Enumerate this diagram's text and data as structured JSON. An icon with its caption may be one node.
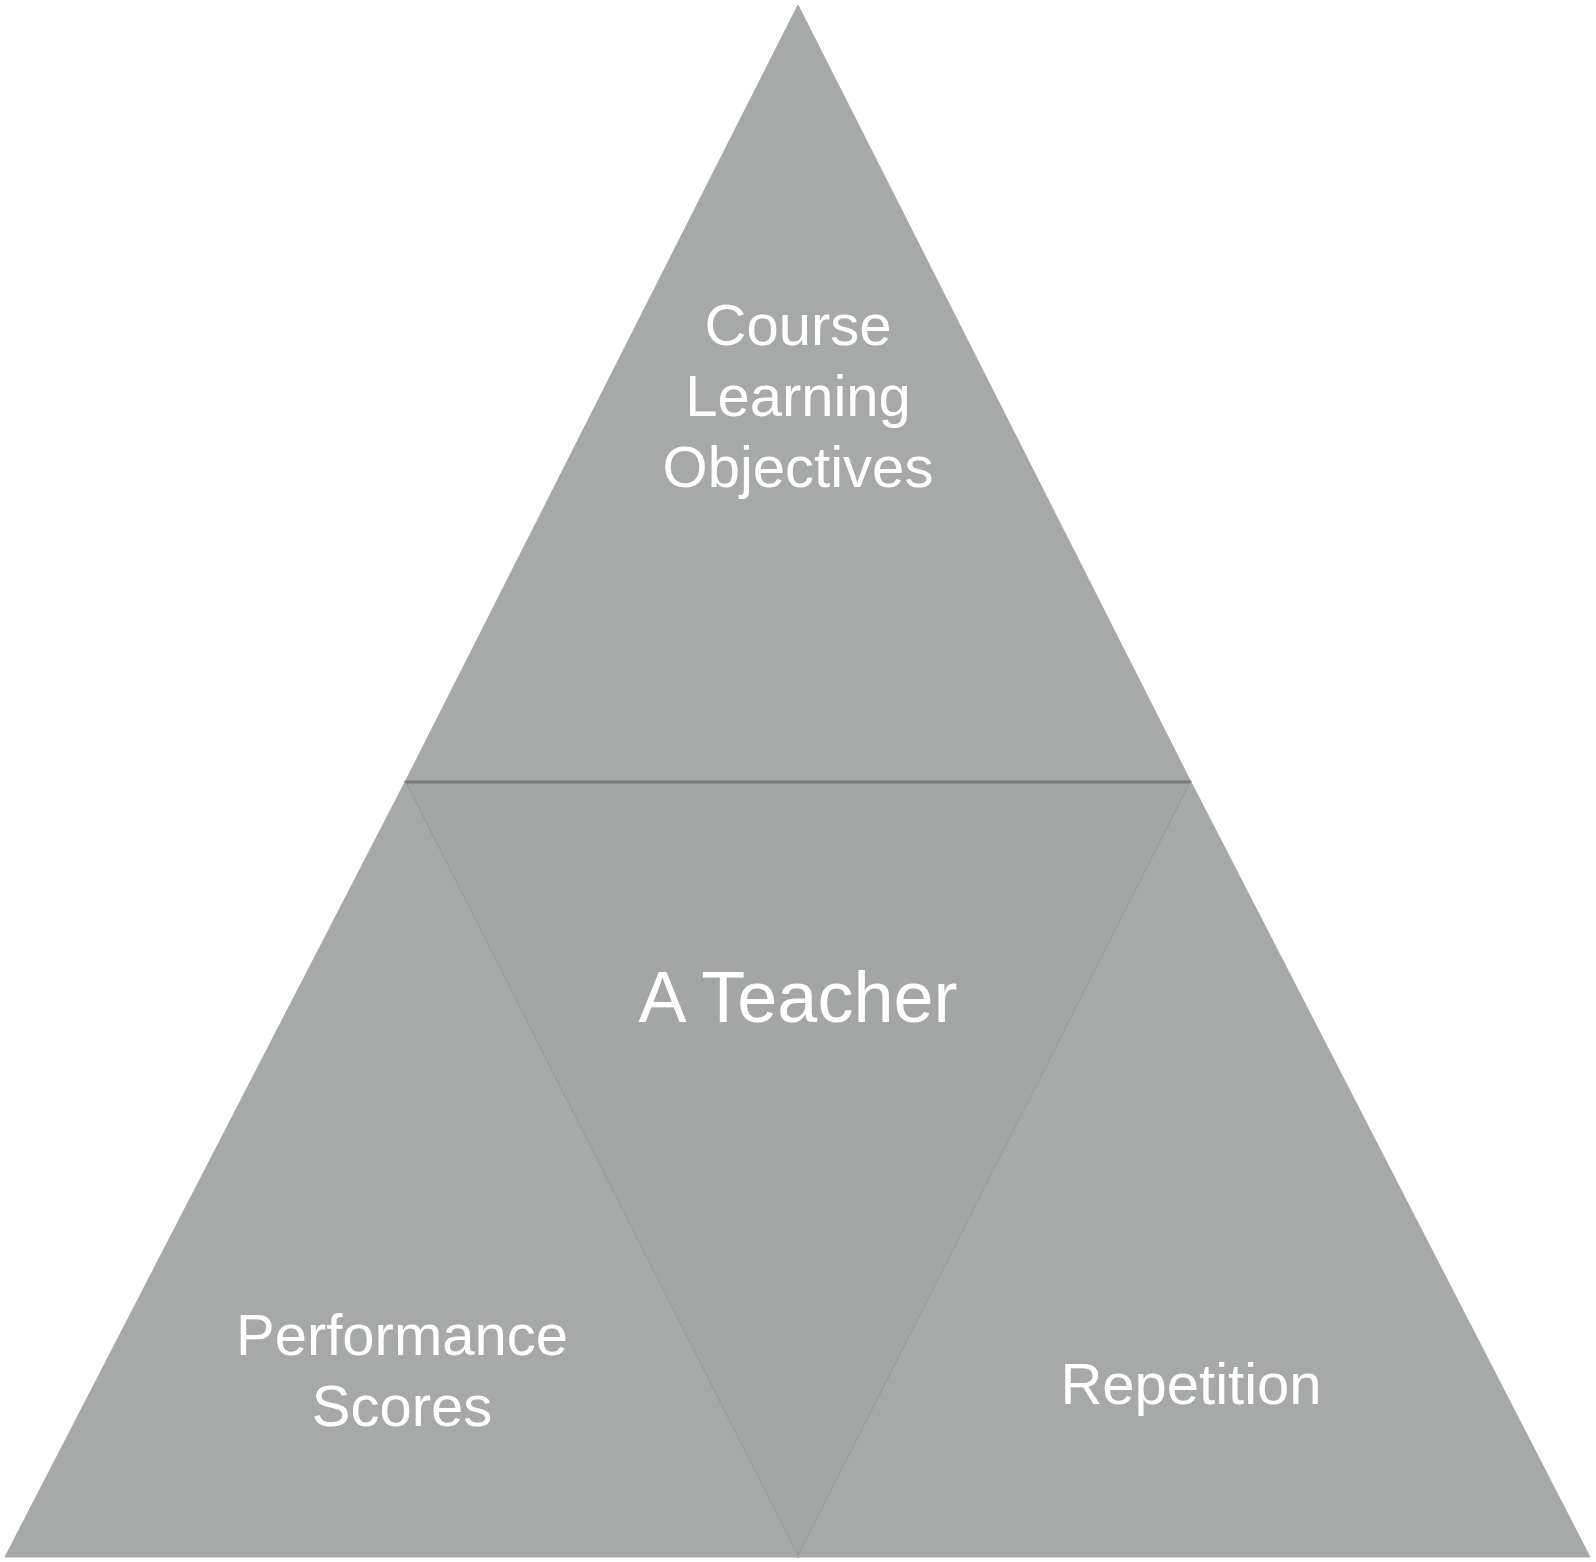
{
  "diagram": {
    "nodes": [
      {
        "text": [
          "Course Learning Objectives"
        ]
      },
      {
        "text": [
          "A Teacher"
        ]
      },
      {
        "text": [
          "Performance Scores"
        ]
      },
      {
        "text": [
          "Repetition"
        ]
      }
    ]
  }
}
